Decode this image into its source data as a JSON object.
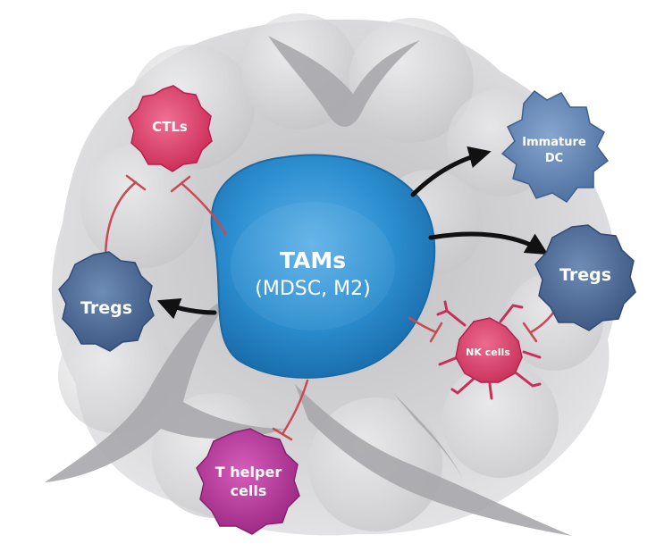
{
  "colors": {
    "tam_blue": "#2d8fd0",
    "treg_blue": "#4a6a96",
    "dc_blue": "#5e83b5",
    "ctl_pink": "#e0426b",
    "nk_pink": "#dc3f69",
    "thelper_magenta": "#b7359a",
    "inhibit_red": "#c94a52",
    "arrow_black": "#111111",
    "tumor_gray": "#d4d4d6"
  },
  "diagram": {
    "center": {
      "title": "TAMs",
      "subtitle": "(MDSC, M2)"
    },
    "cells": {
      "ctls": "CTLs",
      "immature_dc_line1": "Immature",
      "immature_dc_line2": "DC",
      "tregs_left": "Tregs",
      "tregs_right": "Tregs",
      "nk_cells": "NK cells",
      "thelper_line1": "T helper",
      "thelper_line2": "cells"
    }
  }
}
